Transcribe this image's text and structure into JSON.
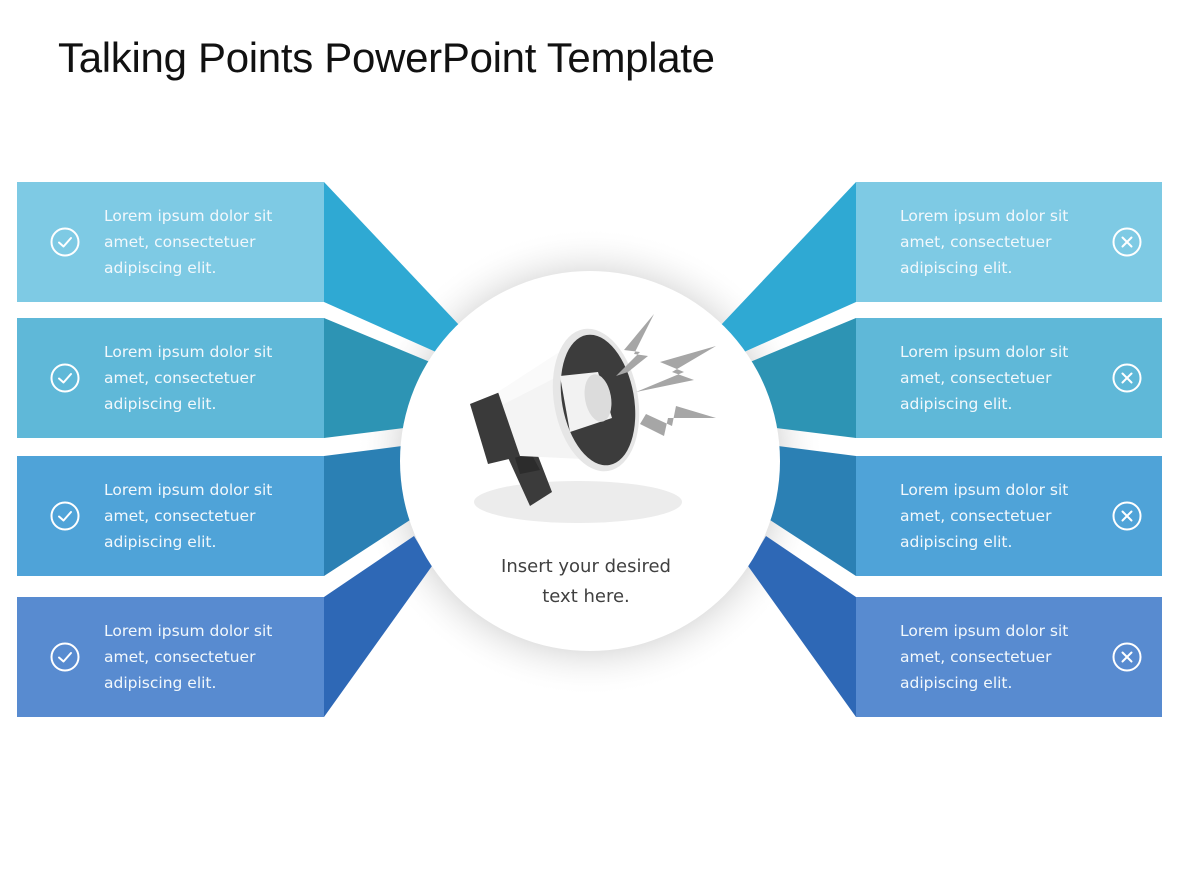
{
  "title": "Talking Points PowerPoint Template",
  "center": {
    "icon": "megaphone-icon",
    "text_lines": [
      "Insert your desired",
      "text here."
    ]
  },
  "left_points": [
    {
      "icon": "check-circle-icon",
      "lines": [
        "Lorem ipsum dolor sit",
        "amet, consectetuer",
        "adipiscing elit."
      ],
      "color": "#7ecae4",
      "wing_color": "#2fa9d3"
    },
    {
      "icon": "check-circle-icon",
      "lines": [
        "Lorem ipsum dolor sit",
        "amet, consectetuer",
        "adipiscing elit."
      ],
      "color": "#5fb8d8",
      "wing_color": "#2d94b4"
    },
    {
      "icon": "check-circle-icon",
      "lines": [
        "Lorem ipsum dolor sit",
        "amet, consectetuer",
        "adipiscing elit."
      ],
      "color": "#4fa3d8",
      "wing_color": "#2b80b4"
    },
    {
      "icon": "check-circle-icon",
      "lines": [
        "Lorem ipsum dolor sit",
        "amet, consectetuer",
        "adipiscing elit."
      ],
      "color": "#588bd0",
      "wing_color": "#2e68b6"
    }
  ],
  "right_points": [
    {
      "icon": "x-circle-icon",
      "lines": [
        "Lorem ipsum dolor sit",
        "amet, consectetuer",
        "adipiscing elit."
      ],
      "color": "#7ecae4",
      "wing_color": "#2fa9d3"
    },
    {
      "icon": "x-circle-icon",
      "lines": [
        "Lorem ipsum dolor sit",
        "amet, consectetuer",
        "adipiscing elit."
      ],
      "color": "#5fb8d8",
      "wing_color": "#2d94b4"
    },
    {
      "icon": "x-circle-icon",
      "lines": [
        "Lorem ipsum dolor sit",
        "amet, consectetuer",
        "adipiscing elit."
      ],
      "color": "#4fa3d8",
      "wing_color": "#2b80b4"
    },
    {
      "icon": "x-circle-icon",
      "lines": [
        "Lorem ipsum dolor sit",
        "amet, consectetuer",
        "adipiscing elit."
      ],
      "color": "#588bd0",
      "wing_color": "#2e68b6"
    }
  ]
}
